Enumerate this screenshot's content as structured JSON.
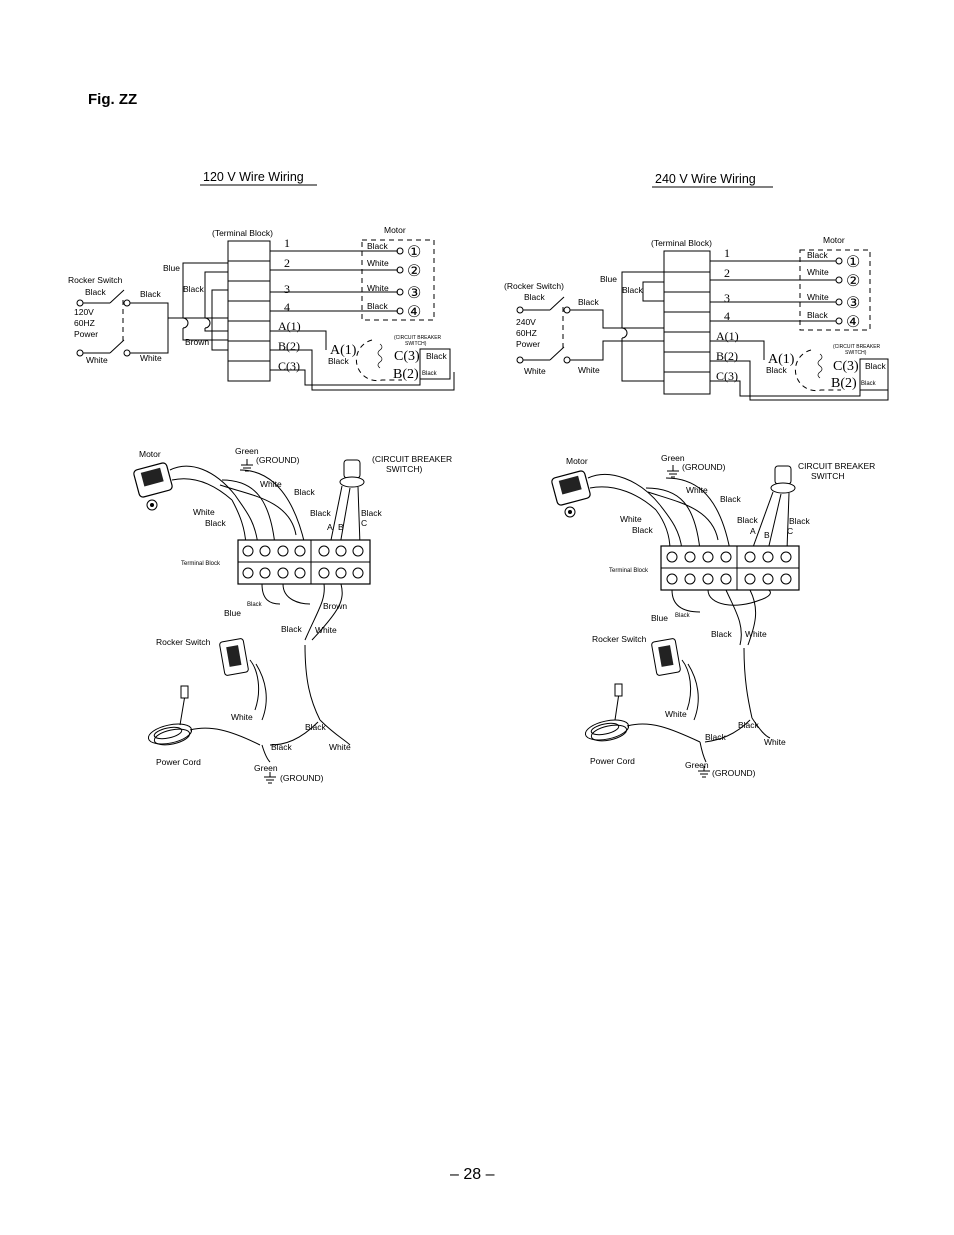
{
  "figure": {
    "label": "Fig. ZZ",
    "page_number": "– 28 –"
  },
  "left_schematic": {
    "title": "120 V Wire Wiring",
    "terminal_block_label": "(Terminal Block)",
    "motor_label": "Motor",
    "rocker_label": "Rocker Switch",
    "power_label": [
      "120V",
      "60HZ",
      "Power"
    ],
    "wire_labels": {
      "blue": "Blue",
      "black": "Black",
      "white": "White",
      "brown": "Brown"
    },
    "terminals": [
      "1",
      "2",
      "3",
      "4",
      "A(1)",
      "B(2)",
      "C(3)"
    ],
    "motor_terminals": [
      "①",
      "②",
      "③",
      "④"
    ],
    "breaker_label": [
      "(CIRCUIT BREAKER",
      "SWITCH)"
    ],
    "breaker_terminals": {
      "a": "A(1)",
      "b": "B(2)",
      "c": "C(3)"
    }
  },
  "right_schematic": {
    "title": "240 V Wire Wiring",
    "terminal_block_label": "(Terminal Block)",
    "motor_label": "Motor",
    "rocker_label": "(Rocker Switch)",
    "power_label": [
      "240V",
      "60HZ",
      "Power"
    ],
    "wire_labels": {
      "blue": "Blue",
      "black": "Black",
      "white": "White"
    },
    "terminals": [
      "1",
      "2",
      "3",
      "4",
      "A(1)",
      "B(2)",
      "C(3)"
    ],
    "motor_terminals": [
      "①",
      "②",
      "③",
      "④"
    ],
    "breaker_label": [
      "(CIRCUIT BREAKER",
      "SWITCH)"
    ],
    "breaker_terminals": {
      "a": "A(1)",
      "b": "B(2)",
      "c": "C(3)"
    }
  },
  "left_pictorial": {
    "motor": "Motor",
    "green": "Green",
    "ground": "(GROUND)",
    "breaker": [
      "(CIRCUIT BREAKER",
      "SWITCH)"
    ],
    "terminal_block": "Terminal Block",
    "rocker_switch": "Rocker Switch",
    "power_cord": "Power Cord",
    "white": "White",
    "black": "Black",
    "blue": "Blue",
    "brown": "Brown",
    "a": "A",
    "b": "B",
    "c": "C"
  },
  "right_pictorial": {
    "motor": "Motor",
    "green": "Green",
    "ground": "(GROUND)",
    "breaker": [
      "CIRCUIT BREAKER",
      "SWITCH"
    ],
    "terminal_block": "Terminal Block",
    "rocker_switch": "Rocker Switch",
    "power_cord": "Power Cord",
    "white": "White",
    "black": "Black",
    "blue": "Blue",
    "a": "A",
    "b": "B",
    "c": "C"
  }
}
